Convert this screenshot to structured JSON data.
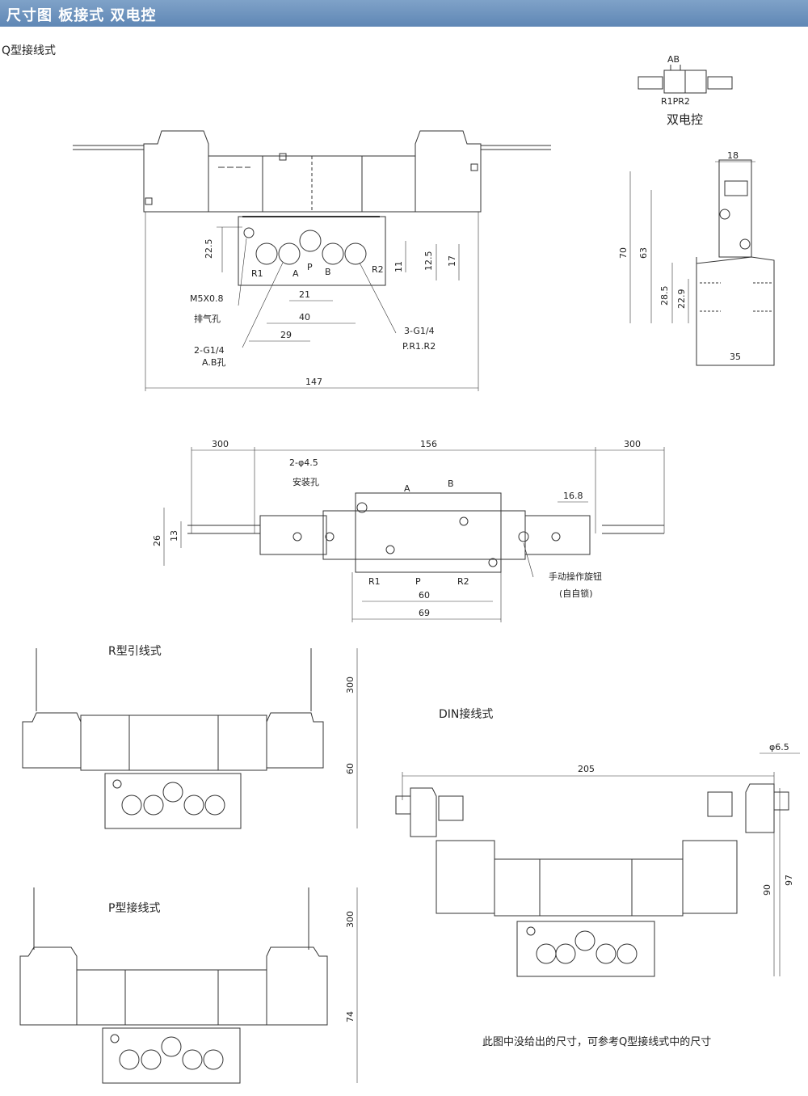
{
  "header": {
    "title": "尺寸图 板接式 双电控"
  },
  "sections": {
    "q_type": "Q型接线式",
    "r_type": "R型引线式",
    "p_type": "P型接线式",
    "din_type": "DIN接线式"
  },
  "symbol": {
    "top": "AB",
    "bottom": "R1PR2",
    "caption": "双电控"
  },
  "q_front": {
    "dims": [
      "22.5",
      "11",
      "12.5",
      "17",
      "21",
      "40",
      "29",
      "147"
    ],
    "ports": [
      "R1",
      "A",
      "P",
      "B",
      "R2"
    ],
    "callouts": [
      "M5X0.8",
      "排气孔",
      "2-G1/4",
      "A.B孔",
      "3-G1/4",
      "P.R1.R2"
    ]
  },
  "side": {
    "dims": [
      "18",
      "70",
      "63",
      "28.5",
      "22.9",
      "35"
    ]
  },
  "top_view": {
    "dims": [
      "300",
      "156",
      "300",
      "26",
      "13",
      "16.8",
      "60",
      "69"
    ],
    "ports": [
      "A",
      "B",
      "R1",
      "P",
      "R2"
    ],
    "callouts": [
      "2-φ4.5",
      "安装孔",
      "手动操作旋钮",
      "(自自锁)"
    ]
  },
  "r_view": {
    "dims": [
      "300",
      "60"
    ]
  },
  "p_view": {
    "dims": [
      "300",
      "74"
    ]
  },
  "din_view": {
    "dims": [
      "205",
      "φ6.5",
      "90",
      "97"
    ]
  },
  "note": "此图中没给出的尺寸，可参考Q型接线式中的尺寸"
}
